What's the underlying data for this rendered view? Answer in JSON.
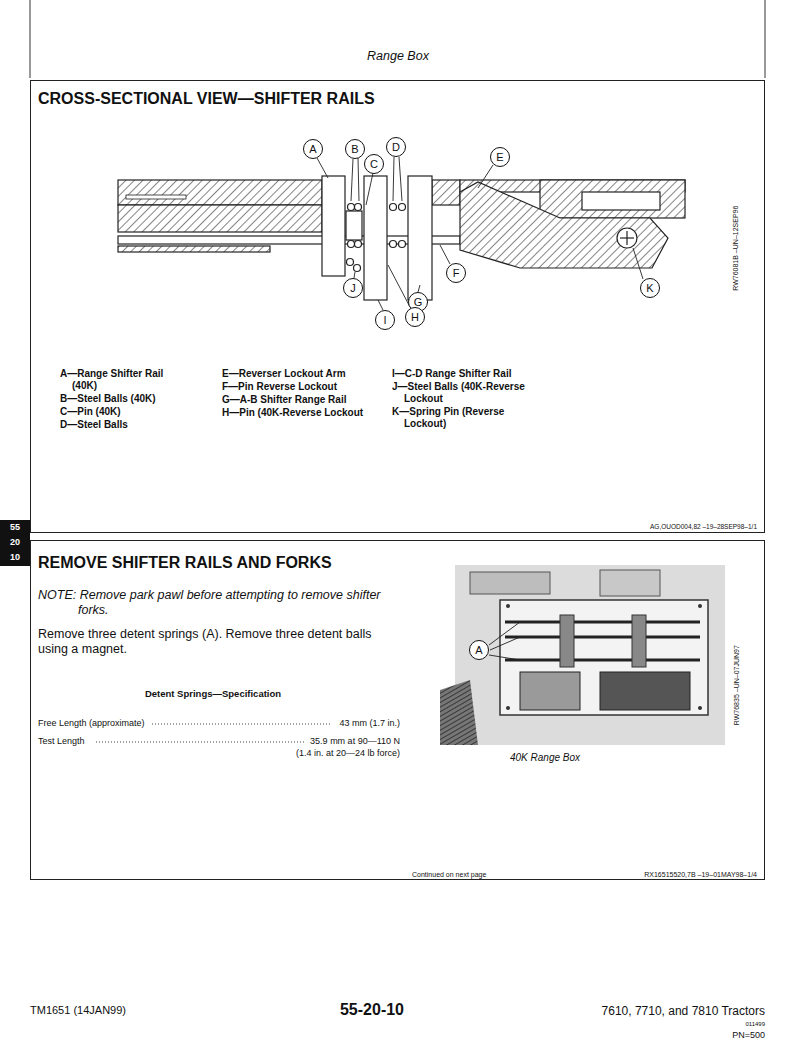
{
  "diagram": {
    "title": "Range Box",
    "nodes": [
      {
        "text": [
          "CROSS-SECTIONAL VIEW—SHIFTER RAILS"
        ]
      },
      {
        "text": [
          "A"
        ],
        "in": 0
      },
      {
        "text": [
          "B"
        ],
        "in": 0
      },
      {
        "text": [
          "C"
        ],
        "in": 0
      },
      {
        "text": [
          "D"
        ],
        "in": 0
      },
      {
        "text": [
          "E"
        ],
        "in": 0
      },
      {
        "text": [
          "F"
        ],
        "in": 0
      },
      {
        "text": [
          "G"
        ],
        "in": 0
      },
      {
        "text": [
          "H"
        ],
        "in": 0
      },
      {
        "text": [
          "I"
        ],
        "in": 0
      },
      {
        "text": [
          "J"
        ],
        "in": 0
      },
      {
        "text": [
          "K"
        ],
        "in": 0
      },
      {
        "text": [
          "REMOVE SHIFTER RAILS AND FORKS"
        ]
      },
      {
        "text": [
          "A"
        ],
        "in": 12
      }
    ],
    "labels": [
      "A—Range Shifter Rail (40K)",
      "B—Steel Balls (40K)",
      "C—Pin (40K)",
      "D—Steel Balls",
      "E—Reverser Lockout Arm",
      "F—Pin Reverse Lockout",
      "G—A-B Shifter Range Rail",
      "H—Pin (40K-Reverse Lockout",
      "I—C-D Range Shifter Rail",
      "J—Steel Balls (40K-Reverse Lockout",
      "K—Spring Pin (Reverse Lockout)",
      "RW76081B –UN–12SEP96",
      "AG,OUOD004,82 –19–28SEP98–1/1",
      "NOTE: Remove park pawl before attempting to remove shifter forks.",
      "Remove three detent springs (A). Remove three detent balls using a magnet.",
      "Detent Springs—Specification",
      "Free Length (approximate)",
      "43 mm (1.7 in.)",
      "Test Length",
      "35.9 mm at 90—110 N",
      "(1.4 in. at 20—24 lb force)",
      "40K Range Box",
      "RW76835 –UN–07JUN97",
      "Continued on next page",
      "RX16515520,7B –19–01MAY98–1/4",
      "55",
      "20",
      "10",
      "TM1651 (14JAN99)",
      "55-20-10",
      "7610, 7710, and 7810 Tractors",
      "011499",
      "PN=500"
    ]
  }
}
